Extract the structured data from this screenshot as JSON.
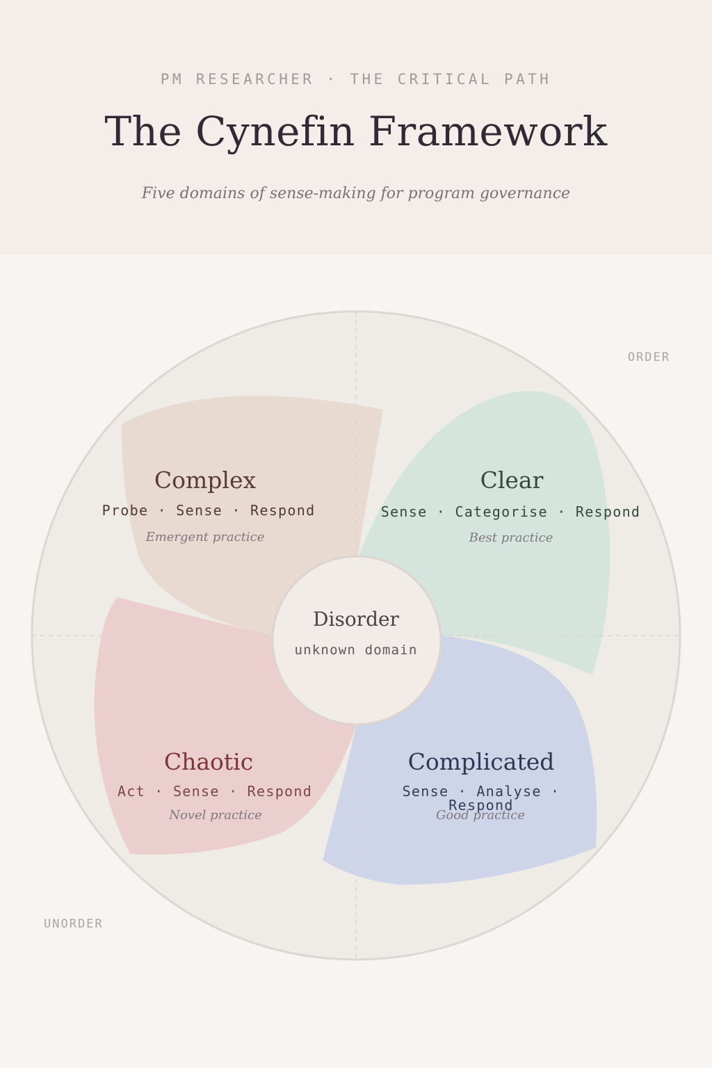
{
  "header": {
    "eyebrow": "PM RESEARCHER · THE CRITICAL PATH",
    "title": "The Cynefin Framework",
    "subtitle": "Five domains of sense-making for program governance"
  },
  "corner_labels": {
    "order": "ORDER",
    "unorder": "UNORDER"
  },
  "domains": {
    "complex": {
      "name": "Complex",
      "approach": "Probe · Sense · Respond",
      "practice": "Emergent practice",
      "color": "#e8d9d1"
    },
    "clear": {
      "name": "Clear",
      "approach": "Sense · Categorise · Respond",
      "practice": "Best practice",
      "color": "#d5e5de"
    },
    "chaotic": {
      "name": "Chaotic",
      "approach": "Act · Sense · Respond",
      "practice": "Novel practice",
      "color": "#ebcfcf"
    },
    "complicated": {
      "name": "Complicated",
      "approach": "Sense · Analyse · Respond",
      "practice": "Good practice",
      "color": "#cfd5e9"
    }
  },
  "center": {
    "title": "Disorder",
    "subtitle": "unknown domain"
  },
  "colors": {
    "page_background": "#f8f4f1",
    "header_background": "#f4eeeb",
    "circle_fill": "#efebe7",
    "circle_stroke": "#ddd7d3",
    "center_fill": "#f1ece8"
  }
}
